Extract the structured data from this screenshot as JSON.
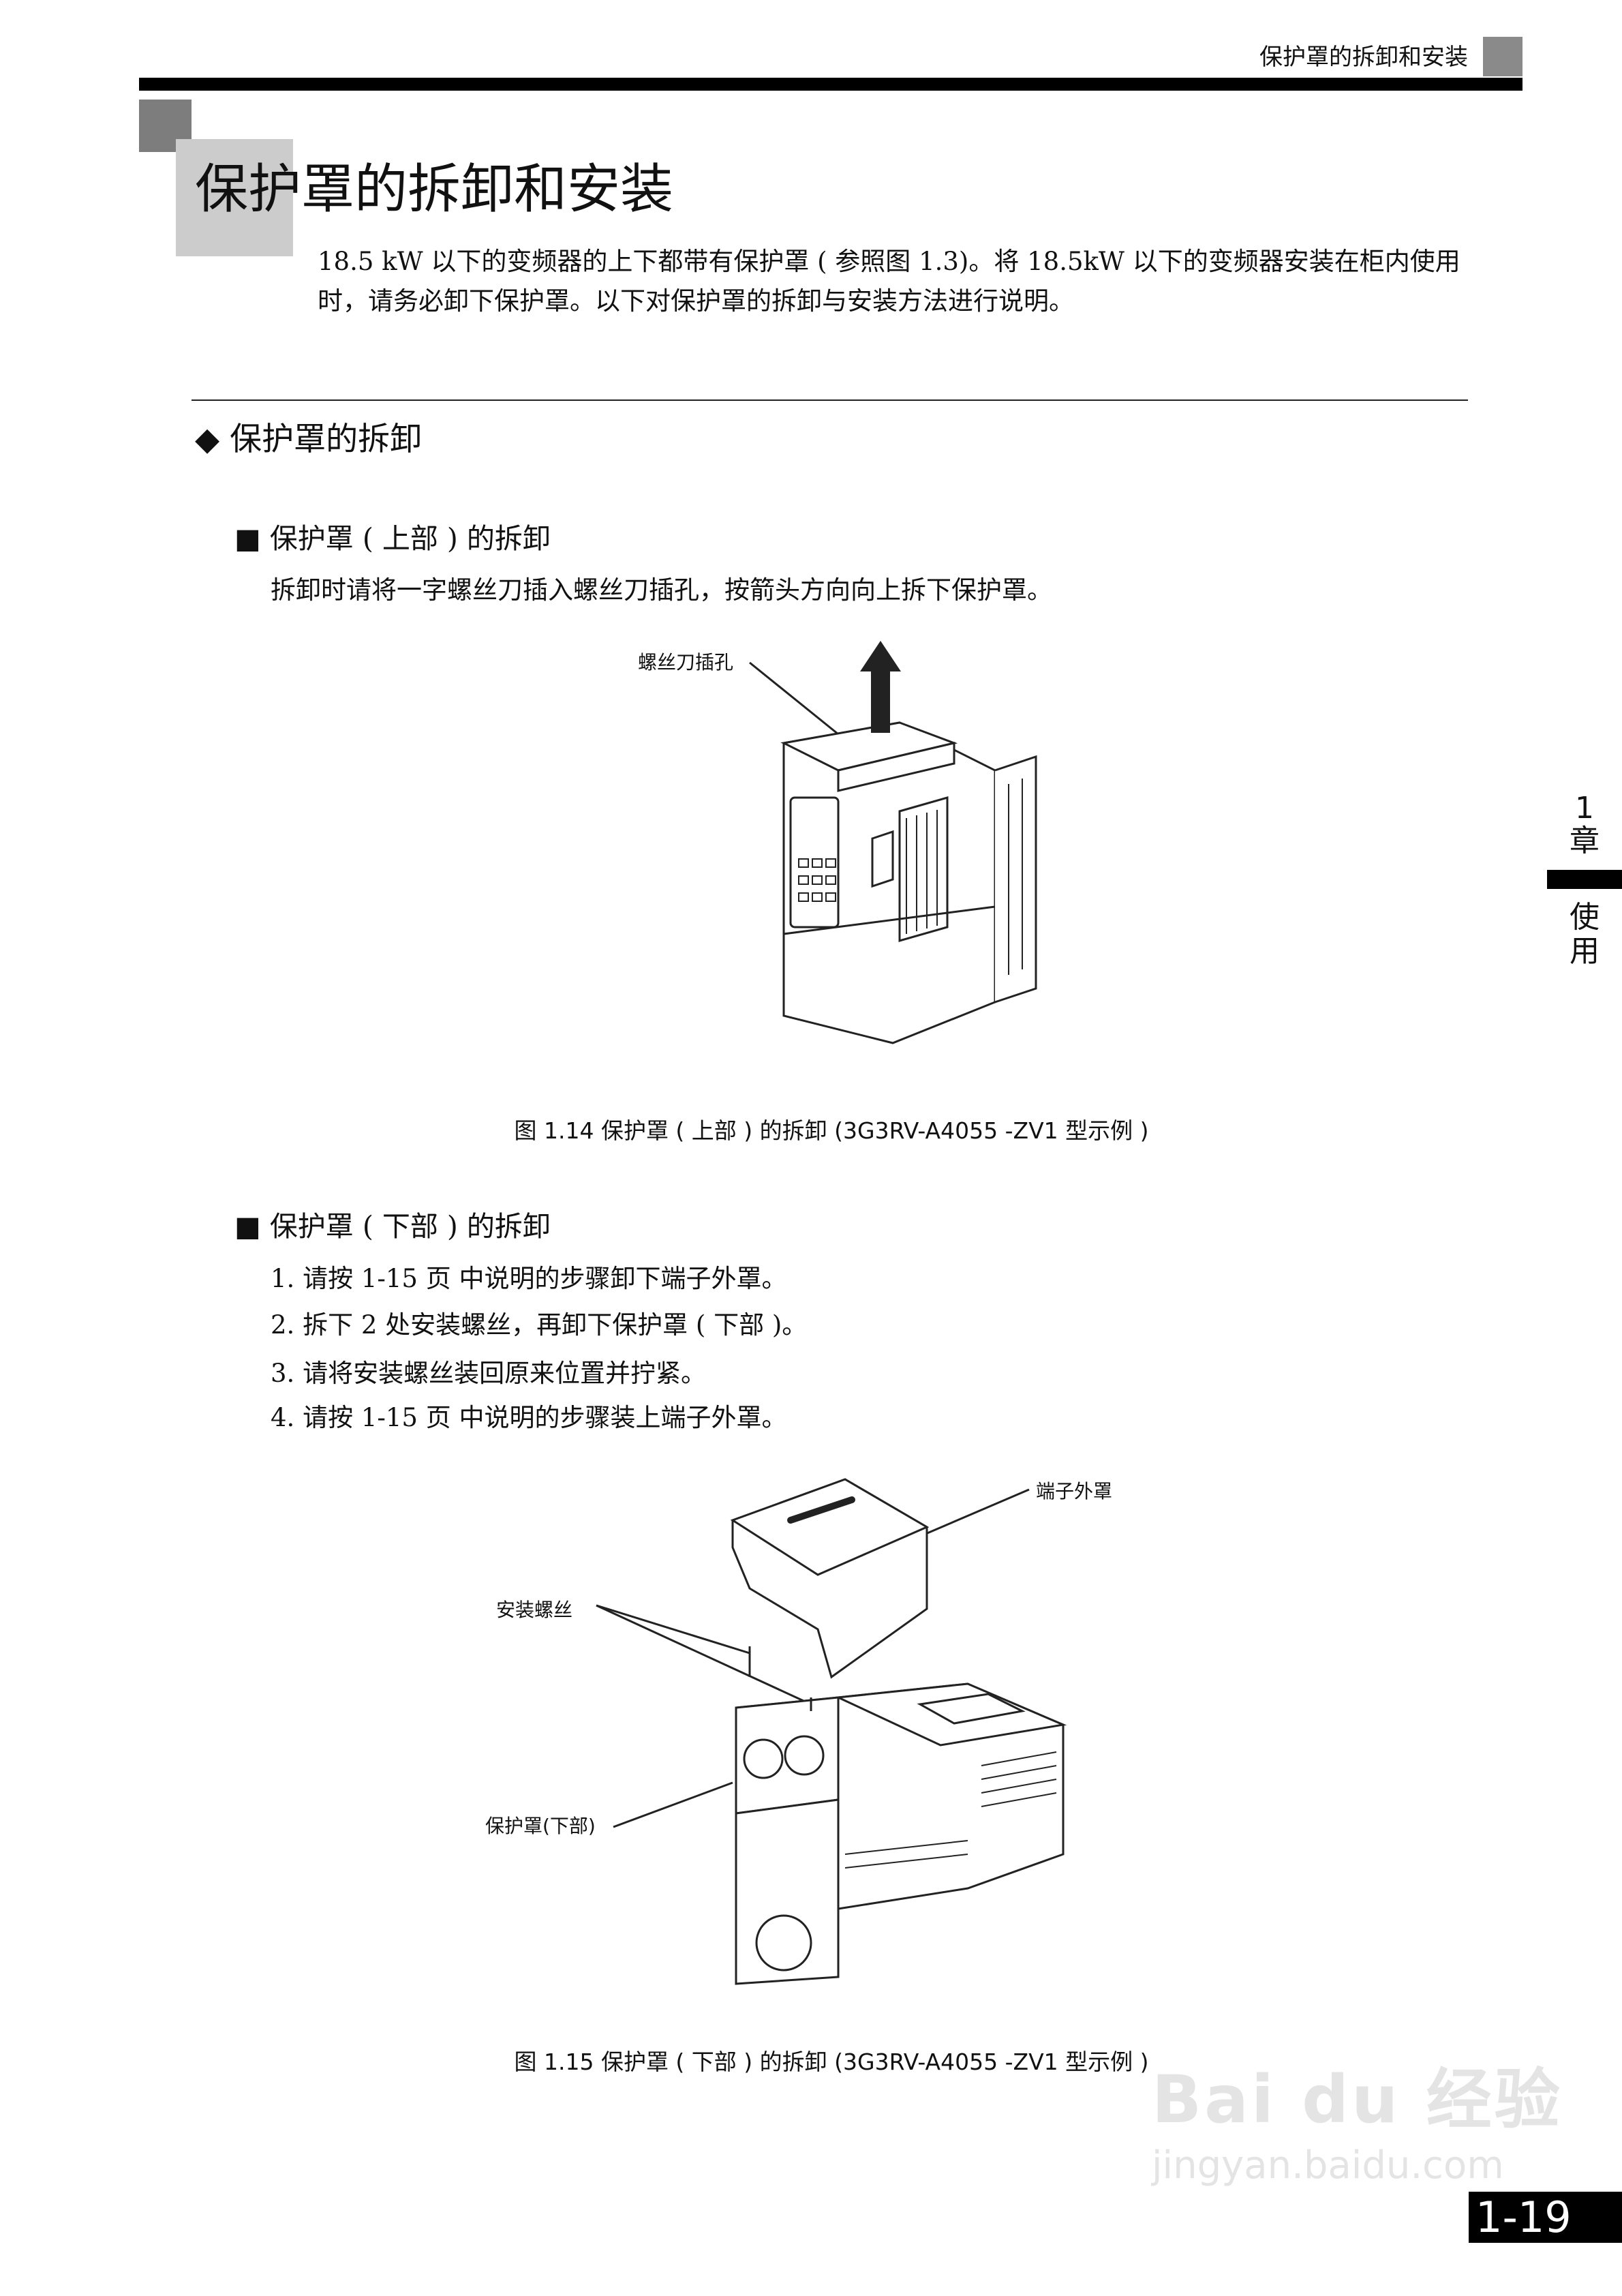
{
  "header": {
    "running_title": "保护罩的拆卸和安装"
  },
  "title": "保护罩的拆卸和安装",
  "intro": "18.5 kW 以下的变频器的上下都带有保护罩 ( 参照图 1.3)。将 18.5kW 以下的变频器安装在柜内使用时，请务必卸下保护罩。以下对保护罩的拆卸与安装方法进行说明。",
  "section": {
    "bullet": "◆",
    "heading": "保护罩的拆卸"
  },
  "upper": {
    "bullet": "■",
    "heading": "保护罩 ( 上部 ) 的拆卸",
    "text": "拆卸时请将一字螺丝刀插入螺丝刀插孔，按箭头方向向上拆下保护罩。",
    "figure_label": "螺丝刀插孔",
    "caption": "图 1.14 保护罩 ( 上部 ) 的拆卸 (3G3RV-A4055 -ZV1 型示例 )"
  },
  "lower": {
    "bullet": "■",
    "heading": "保护罩 ( 下部 ) 的拆卸",
    "steps": [
      "1.  请按 1-15 页 中说明的步骤卸下端子外罩。",
      "2.  拆下 2 处安装螺丝，再卸下保护罩 ( 下部 )。",
      "3.  请将安装螺丝装回原来位置并拧紧。",
      "4.  请按 1-15 页 中说明的步骤装上端子外罩。"
    ],
    "labels": {
      "terminal_cover": "端子外罩",
      "screws": "安装螺丝",
      "lower_cover": "保护罩(下部)"
    },
    "caption": "图 1.15 保护罩 ( 下部 ) 的拆卸 (3G3RV-A4055 -ZV1 型示例 )"
  },
  "side_tab": {
    "chapter_num": "1",
    "chapter_char": "章",
    "use1": "使",
    "use2": "用"
  },
  "page_number": "1-19",
  "watermark": {
    "logo": "Bai du 经验",
    "url": "jingyan.baidu.com"
  }
}
